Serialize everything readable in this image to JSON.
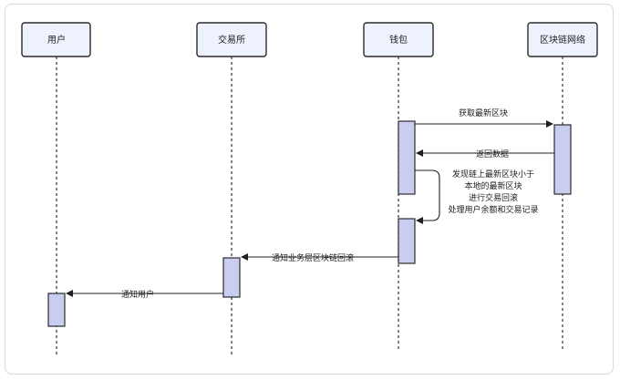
{
  "actors": [
    {
      "id": "user",
      "label": "用户"
    },
    {
      "id": "exchange",
      "label": "交易所"
    },
    {
      "id": "wallet",
      "label": "钱包"
    },
    {
      "id": "chain",
      "label": "区块链网络"
    }
  ],
  "messages": [
    {
      "id": "get-latest-block",
      "from": "wallet",
      "to": "chain",
      "lines": [
        "获取最新区块"
      ]
    },
    {
      "id": "return-data",
      "from": "chain",
      "to": "wallet",
      "lines": [
        "返回数据"
      ]
    },
    {
      "id": "self-rollback",
      "from": "wallet",
      "to": "wallet",
      "lines": [
        "发现链上最新区块小于",
        "本地的最新区块",
        "进行交易回滚",
        "处理用户余额和交易记录"
      ]
    },
    {
      "id": "notify-rollback",
      "from": "wallet",
      "to": "exchange",
      "lines": [
        "通知业务层区块链回滚"
      ]
    },
    {
      "id": "notify-user",
      "from": "exchange",
      "to": "user",
      "lines": [
        "通知用户"
      ]
    }
  ]
}
